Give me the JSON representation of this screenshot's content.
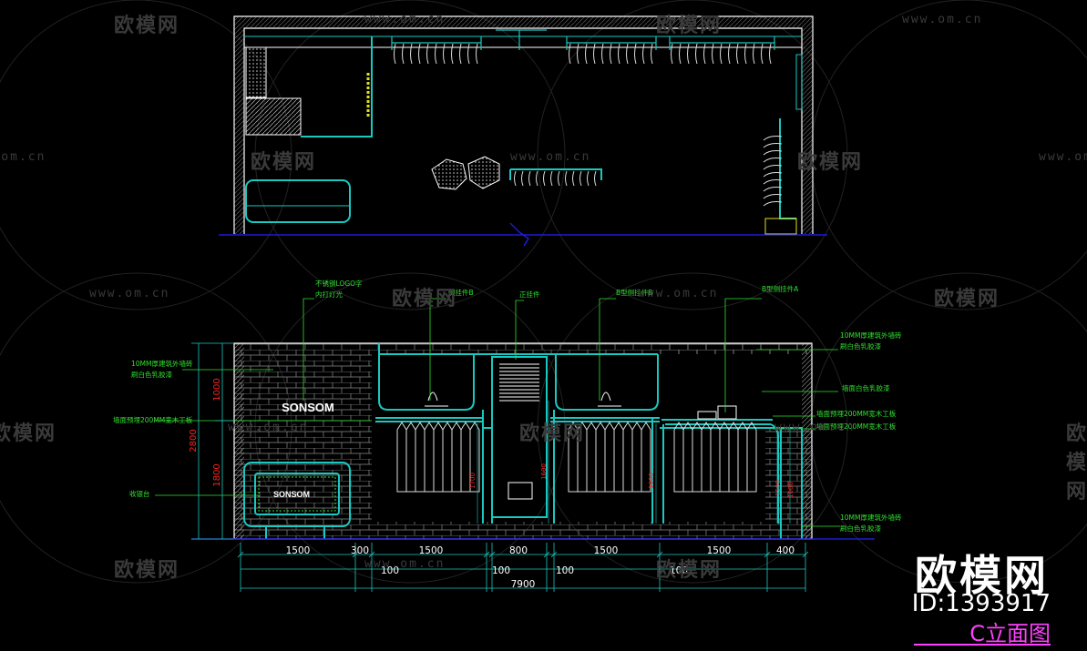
{
  "watermark": {
    "logo_text": "欧模网",
    "url_text": "www.om.cn"
  },
  "brand": {
    "name": "欧模网",
    "id_text": "ID:1393917",
    "title": "C立面图"
  },
  "annotations": {
    "logo_note": [
      "不锈钢LOGO字",
      "内打灯光"
    ],
    "side_hook_b": "侧挂件B",
    "front_hook": "正挂件",
    "side_hook_b2": "B型侧挂件B",
    "side_hook_a": "B型侧挂件A",
    "wall_paint_right": [
      "10MM厚建筑外墙砖",
      "刷白色乳胶漆"
    ],
    "wall_white": "墙面白色乳胶漆",
    "wood_board_r1": "墙面预埋200MM宽木工板",
    "wood_board_r2": "墙面预埋200MM宽木工板",
    "wall_paint_left": [
      "10MM厚建筑外墙砖",
      "刷白色乳胶漆"
    ],
    "wood_board_left": "墙面预埋200MM宽木工板",
    "cashier": "收银台",
    "wall_paint_bottom": [
      "10MM厚建筑外墙砖",
      "刷白色乳胶漆"
    ]
  },
  "logo_sign": "SONSOM",
  "counter_sign": "SONSOM",
  "dims_bottom": [
    "1500",
    "300",
    "1500",
    "800",
    "1500",
    "1500",
    "400"
  ],
  "dims_small": [
    "100",
    "100",
    "100",
    "100"
  ],
  "dim_total": "7900",
  "dims_left": [
    "1000",
    "1800"
  ],
  "dim_left_total": "2800",
  "dims_inner": [
    "1700",
    "1600",
    "1600",
    "1500",
    "1600"
  ],
  "colors": {
    "line": "#19c8c0",
    "white": "#ffffff",
    "blue": "#2020ff",
    "red": "#ff2020",
    "green": "#30e030",
    "gray": "#9a9a9a",
    "magenta": "#ff40ff",
    "yellow": "#e0e020"
  }
}
